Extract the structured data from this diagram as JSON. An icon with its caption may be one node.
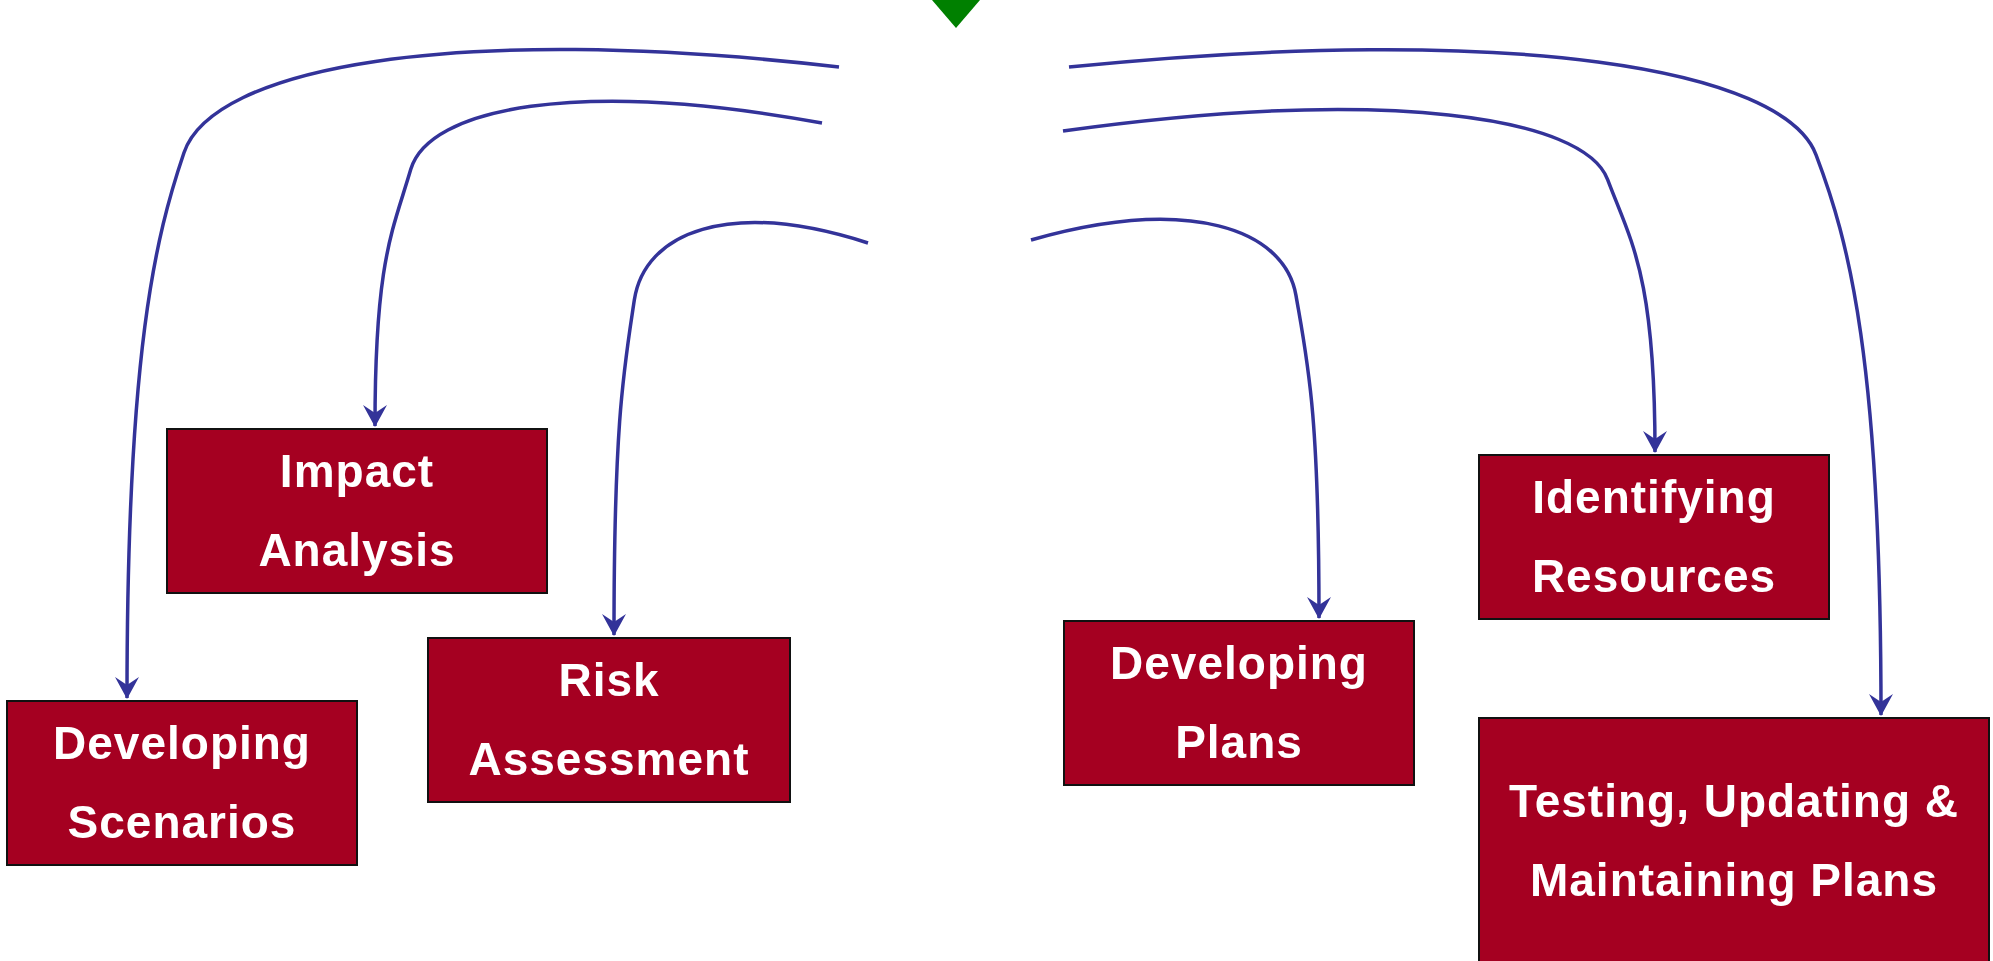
{
  "diagram": {
    "nodes": [
      {
        "text": [
          "Developing Scenarios"
        ]
      },
      {
        "text": [
          "Impact Analysis"
        ]
      },
      {
        "text": [
          "Risk Assessment"
        ]
      },
      {
        "text": [
          "Developing Plans"
        ]
      },
      {
        "text": [
          "Identifying Resources"
        ]
      },
      {
        "text": [
          "Testing, Updating & Maintaining Plans"
        ]
      }
    ],
    "edges": [
      {
        "from": null,
        "to": 0,
        "arrow": "to"
      },
      {
        "from": null,
        "to": 1,
        "arrow": "to"
      },
      {
        "from": null,
        "to": 2,
        "arrow": "to"
      },
      {
        "from": null,
        "to": 3,
        "arrow": "to"
      },
      {
        "from": null,
        "to": 4,
        "arrow": "to"
      },
      {
        "from": null,
        "to": 5,
        "arrow": "to"
      }
    ]
  }
}
